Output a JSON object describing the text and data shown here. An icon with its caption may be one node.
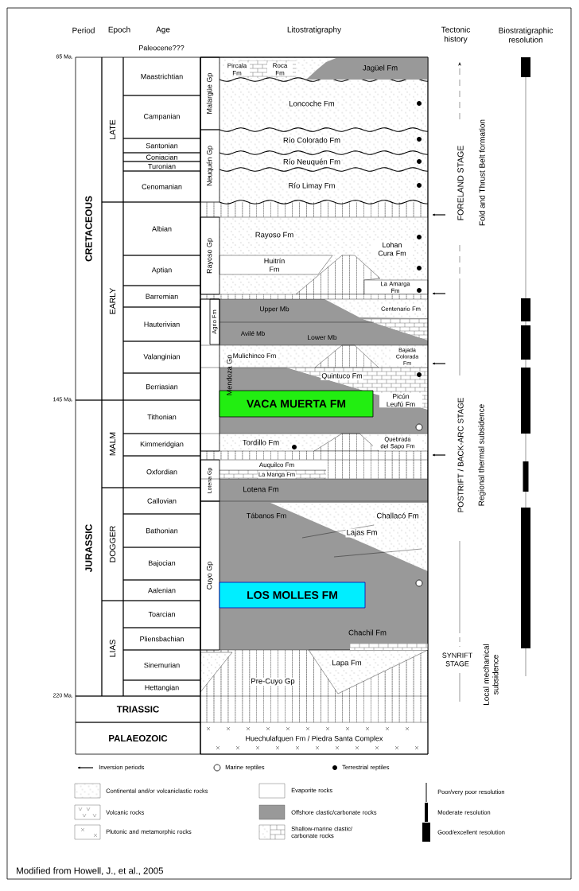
{
  "diagram": {
    "caption": "Modified from Howell, J., et al., 2005",
    "nodes": [
      {
        "text": [
          "CRETACEOUS"
        ]
      },
      {
        "text": [
          "JURASSIC"
        ]
      },
      {
        "text": [
          "TRIASSIC"
        ]
      },
      {
        "text": [
          "PALAEOZOIC"
        ]
      },
      {
        "text": [
          "LATE"
        ]
      },
      {
        "text": [
          "EARLY"
        ]
      },
      {
        "text": [
          "MALM"
        ]
      },
      {
        "text": [
          "DOGGER"
        ]
      },
      {
        "text": [
          "LIAS"
        ]
      },
      {
        "text": [
          "Maastrichtian"
        ]
      },
      {
        "text": [
          "Campanian"
        ]
      },
      {
        "text": [
          "Santonian"
        ]
      },
      {
        "text": [
          "Coniacian"
        ]
      },
      {
        "text": [
          "Turonian"
        ]
      },
      {
        "text": [
          "Cenomanian"
        ]
      },
      {
        "text": [
          "Albian"
        ]
      },
      {
        "text": [
          "Aptian"
        ]
      },
      {
        "text": [
          "Barremian"
        ]
      },
      {
        "text": [
          "Hauterivian"
        ]
      },
      {
        "text": [
          "Valanginian"
        ]
      },
      {
        "text": [
          "Berriasian"
        ]
      },
      {
        "text": [
          "Tithonian"
        ]
      },
      {
        "text": [
          "Kimmeridgian"
        ]
      },
      {
        "text": [
          "Oxfordian"
        ]
      },
      {
        "text": [
          "Callovian"
        ]
      },
      {
        "text": [
          "Bathonian"
        ]
      },
      {
        "text": [
          "Bajocian"
        ]
      },
      {
        "text": [
          "Aalenian"
        ]
      },
      {
        "text": [
          "Toarcian"
        ]
      },
      {
        "text": [
          "Pliensbachian"
        ]
      },
      {
        "text": [
          "Sinemurian"
        ]
      },
      {
        "text": [
          "Hettangian"
        ]
      },
      {
        "text": [
          "Malargüe Gp"
        ]
      },
      {
        "text": [
          "Neuquén Gp"
        ]
      },
      {
        "text": [
          "Rayoso Gp"
        ]
      },
      {
        "text": [
          "Mendoza Gp"
        ]
      },
      {
        "text": [
          "Agrio Fm"
        ],
        "in": 35
      },
      {
        "text": [
          "Lotena Gp"
        ]
      },
      {
        "text": [
          "Cuyo Gp"
        ]
      },
      {
        "text": [
          "VACA MUERTA FM"
        ]
      },
      {
        "text": [
          "LOS MOLLES FM"
        ]
      }
    ],
    "labels": [
      "Period",
      "Epoch",
      "Age",
      "Litostratigraphy",
      "Tectonic history",
      "Biostratigraphic resolution",
      "Paleocene???",
      "65 Ma.",
      "145 Ma.",
      "220 Ma.",
      "Pircala Fm",
      "Roca Fm",
      "Jagüel Fm",
      "Loncoche Fm",
      "Río Colorado Fm",
      "Río Neuquén Fm",
      "Río Limay Fm",
      "Rayoso Fm",
      "Lohan Cura Fm",
      "Huitrín Fm",
      "La Amarga Fm",
      "Upper Mb",
      "Centenario Fm",
      "Avilé Mb",
      "Lower Mb",
      "Mulichinco Fm",
      "Bajada Colorada Fm",
      "Quintuco Fm",
      "Picún Leufú Fm",
      "Tordillo Fm",
      "Quebrada del Sapo Fm",
      "Auquilco Fm",
      "La Manga Fm",
      "Lotena Fm",
      "Tábanos Fm",
      "Challacó Fm",
      "Lajas Fm",
      "Chachil Fm",
      "Lapa Fm",
      "Pre-Cuyo Gp",
      "Huechulafquen Fm / Piedra Santa Complex",
      "FORELAND STAGE",
      "Fold and Thrust Belt formation",
      "POSTRIFT / BACK-ARC STAGE",
      "Regional thermal subsidence",
      "SYNRIFT STAGE",
      "Local mechanical subsidence"
    ],
    "legend": [
      {
        "text": "Inversion periods"
      },
      {
        "text": "Marine reptiles"
      },
      {
        "text": "Terrestrial reptiles"
      },
      {
        "text": "Continental and/or volcaniclastic rocks"
      },
      {
        "text": "Evaporite rocks"
      },
      {
        "text": "Poor/very poor resolution"
      },
      {
        "text": "Volcanic rocks"
      },
      {
        "text": "Offshore clastic/carbonate rocks",
        "color": "#999999"
      },
      {
        "text": "Moderate resolution"
      },
      {
        "text": "Plutonic and metamorphic rocks"
      },
      {
        "text": "Shallow-marine clastic/ carbonate rocks"
      },
      {
        "text": "Good/excellent resolution"
      }
    ]
  }
}
